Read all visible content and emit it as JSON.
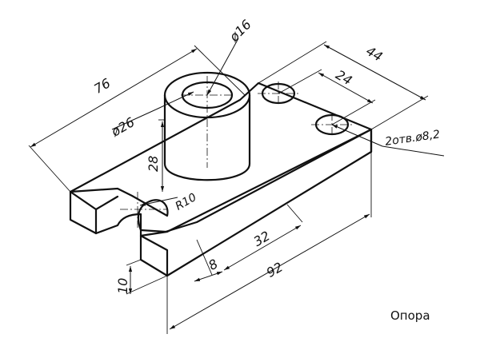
{
  "caption": "Опора",
  "dimensions": {
    "overall_length": "76",
    "width": "44",
    "hole_spacing": "24",
    "holes": "2отв.ø8,2",
    "cyl_inner": "ø16",
    "cyl_outer": "ø26",
    "cyl_height": "28",
    "slot_radius": "R10",
    "base_length": "92",
    "offset_32": "32",
    "offset_8": "8",
    "base_thickness": "10"
  },
  "colors": {
    "line": "#111111",
    "background": "#ffffff"
  }
}
